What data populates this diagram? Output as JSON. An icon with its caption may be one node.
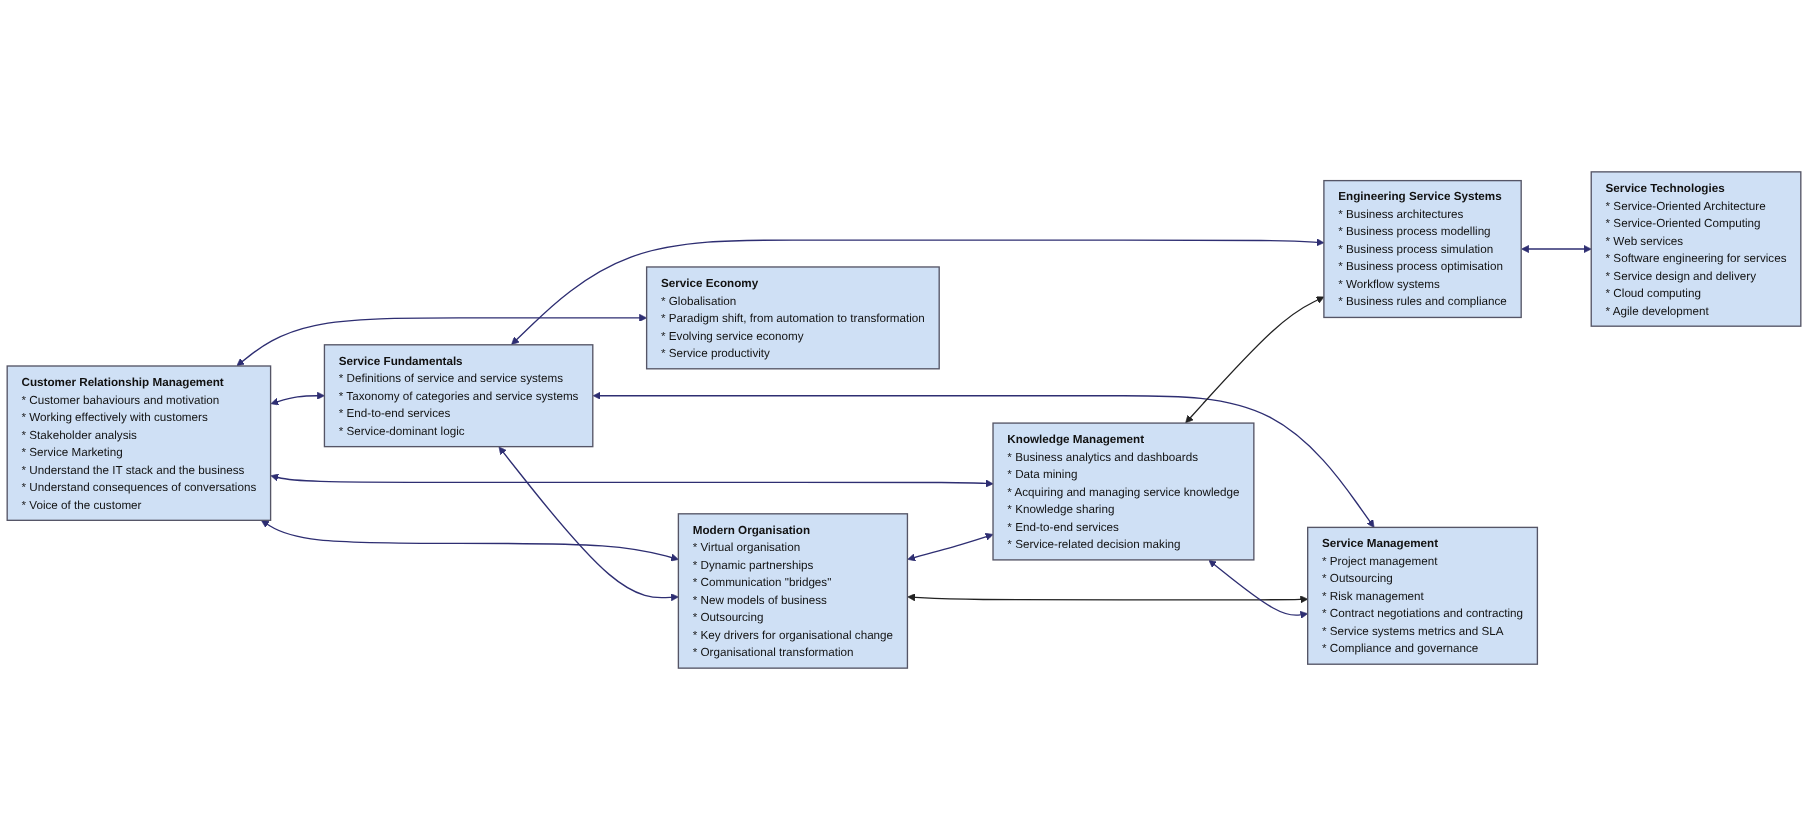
{
  "diagram": {
    "nodes": [
      {
        "text": [
          "Customer Relationship Management",
          "* Customer bahaviours and motivation",
          "* Working effectively with customers",
          "* Stakeholder analysis",
          "* Service Marketing",
          "* Understand the IT stack and the business",
          "* Understand consequences of conversations",
          "* Voice of the customer"
        ]
      },
      {
        "text": [
          "Service Fundamentals",
          "* Definitions of service and service systems",
          "* Taxonomy of categories and service systems",
          "* End-to-end services",
          "* Service-dominant logic"
        ]
      },
      {
        "text": [
          "Modern Organisation",
          "* Virtual organisation",
          "* Dynamic partnerships",
          "* Communication \"bridges\"",
          "* New models of business",
          "* Outsourcing",
          "* Key drivers for organisational change",
          "* Organisational transformation"
        ]
      },
      {
        "text": [
          "Knowledge Management",
          "* Business analytics and dashboards",
          "* Data mining",
          "* Acquiring and managing service knowledge",
          "* Knowledge sharing",
          "* End-to-end services",
          "* Service-related decision making"
        ]
      },
      {
        "text": [
          "Engineering Service Systems",
          "* Business architectures",
          "* Business process modelling",
          "* Business process simulation",
          "* Business process optimisation",
          "* Workflow systems",
          "* Business rules and compliance"
        ]
      },
      {
        "text": [
          "Service Economy",
          "* Globalisation",
          "* Paradigm shift, from automation to transformation",
          "* Evolving service economy",
          "* Service productivity"
        ]
      },
      {
        "text": [
          "Service Management",
          "* Project management",
          "* Outsourcing",
          "* Risk management",
          "* Contract negotiations and contracting",
          "* Service systems metrics and SLA",
          "* Compliance and governance"
        ]
      },
      {
        "text": [
          "Service Technologies",
          "* Service-Oriented Architecture",
          "* Service-Oriented Computing",
          "* Web services",
          "* Software engineering for services",
          "* Service design and delivery",
          "* Cloud computing",
          "* Agile development"
        ]
      }
    ],
    "edges": [
      {
        "from": 0,
        "to": 1,
        "arrow": "both"
      },
      {
        "from": 0,
        "to": 3,
        "arrow": "both"
      },
      {
        "from": 0,
        "to": 5,
        "arrow": "both"
      },
      {
        "from": 0,
        "to": 2,
        "arrow": "both"
      },
      {
        "from": 1,
        "to": 2,
        "arrow": "both"
      },
      {
        "from": 1,
        "to": 4,
        "arrow": "both"
      },
      {
        "from": 1,
        "to": 6,
        "arrow": "both"
      },
      {
        "from": 2,
        "to": 3,
        "arrow": "both"
      },
      {
        "from": 3,
        "to": 4,
        "arrow": "both",
        "color": "#222222"
      },
      {
        "from": 2,
        "to": 6,
        "arrow": "both",
        "color": "#222222"
      },
      {
        "from": 3,
        "to": 6,
        "arrow": "both"
      },
      {
        "from": 4,
        "to": 7,
        "arrow": "both"
      }
    ]
  }
}
